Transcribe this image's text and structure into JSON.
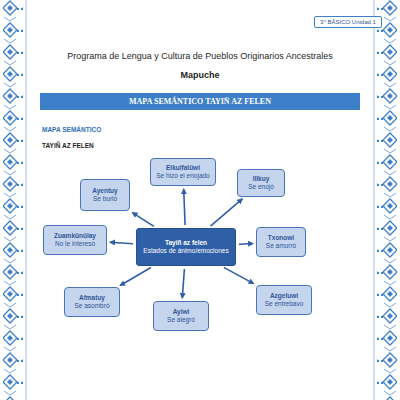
{
  "diagram": {
    "title": "Programa de Lengua y Cultura de Pueblos Originarios Ancestrales",
    "nodes": [
      {
        "text": [
          "3° BÁSICO Unidad 1"
        ]
      },
      {
        "text": [
          "MAPA SEMÁNTICO TAYIÑ AZ FELEN"
        ]
      },
      {
        "text": [
          "Elkulfalüwi",
          "Se hizo el enojado"
        ]
      },
      {
        "text": [
          "Ayentuy",
          "Se burló"
        ]
      },
      {
        "text": [
          "Illkuy",
          "Se enojó"
        ]
      },
      {
        "text": [
          "Zuamkünülay",
          "No le interesó"
        ]
      },
      {
        "text": [
          "Tayiñ az felen",
          "Estados de ánimo/emociones"
        ]
      },
      {
        "text": [
          "Txonowi",
          "Se amurró"
        ]
      },
      {
        "text": [
          "Afmatuy",
          "Se asombró"
        ]
      },
      {
        "text": [
          "Ayiwi",
          "Se alegró"
        ]
      },
      {
        "text": [
          "Azgeluwi",
          "Se entrebavo"
        ]
      }
    ],
    "edges": [
      {
        "from": 6,
        "to": 2,
        "arrow": "to"
      },
      {
        "from": 6,
        "to": 3,
        "arrow": "to"
      },
      {
        "from": 6,
        "to": 4,
        "arrow": "to"
      },
      {
        "from": 6,
        "to": 5,
        "arrow": "to"
      },
      {
        "from": 6,
        "to": 7,
        "arrow": "to"
      },
      {
        "from": 6,
        "to": 8,
        "arrow": "to"
      },
      {
        "from": 6,
        "to": 9,
        "arrow": "to"
      },
      {
        "from": 6,
        "to": 10,
        "arrow": "to"
      }
    ],
    "labels": [
      "Mapuche",
      "MAPA SEMÁNTICO",
      "TAYIÑ AZ FELEN"
    ]
  }
}
